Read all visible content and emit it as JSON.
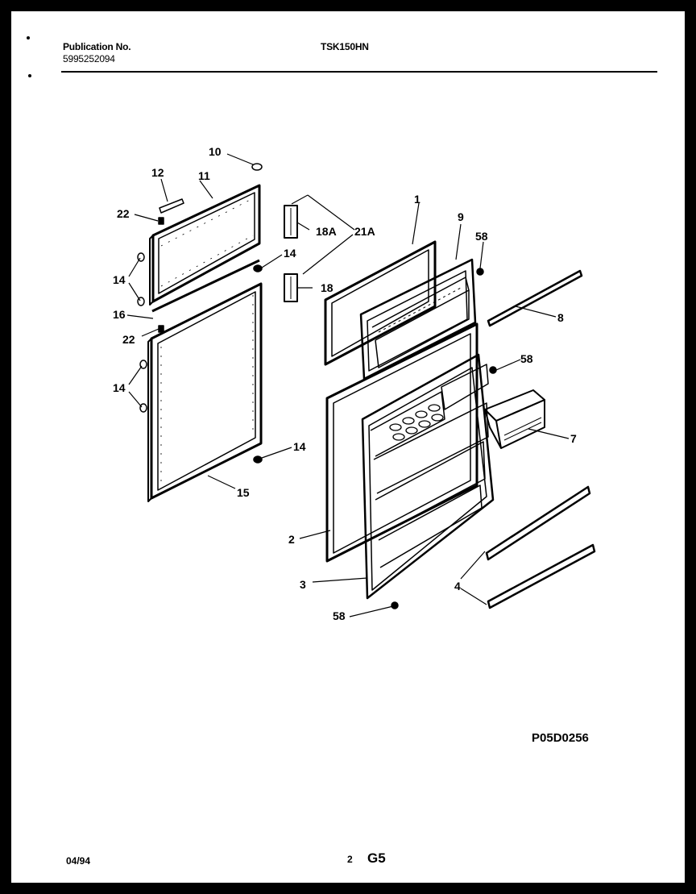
{
  "header": {
    "publication_label": "Publication No.",
    "publication_number": "5995252094",
    "model": "TSK150HN"
  },
  "diagram_code": "P05D0256",
  "footer": {
    "date": "04/94",
    "page": "2",
    "section": "G5"
  },
  "callouts": {
    "c1": "1",
    "c2": "2",
    "c3": "3",
    "c4": "4",
    "c7": "7",
    "c8": "8",
    "c9": "9",
    "c10": "10",
    "c11": "11",
    "c12": "12",
    "c14a": "14",
    "c14b": "14",
    "c14c": "14",
    "c14d": "14",
    "c15": "15",
    "c16": "16",
    "c18": "18",
    "c18A": "18A",
    "c21A": "21A",
    "c22a": "22",
    "c22b": "22",
    "c58a": "58",
    "c58b": "58",
    "c58c": "58"
  }
}
